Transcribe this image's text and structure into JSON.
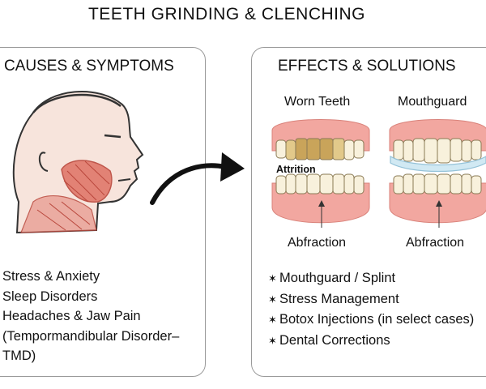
{
  "title": "TEETH GRINDING & CLENCHING",
  "left": {
    "heading": "CAUSES & SYMPTOMS",
    "causes": [
      "Stress & Anxiety",
      "Sleep Disorders",
      "Headaches & Jaw Pain",
      "(Tempormandibular Disorder–",
      "TMD)"
    ]
  },
  "right": {
    "heading": "EFFECTS & SOLUTIONS",
    "worn_label": "Worn Teeth",
    "guard_label": "Mouthguard",
    "attrition_label": "Attrition",
    "abfraction_left": "Abfraction",
    "abfraction_right": "Abfraction",
    "bullet_symbol": "✶",
    "solutions": [
      "Mouthguard / Splint",
      "Stress Management",
      "Botox Injections (in select cases)",
      "Dental Corrections"
    ]
  },
  "colors": {
    "gum": "#f2a7a0",
    "tooth": "#f8f1dc",
    "worn_tooth": "#c9a45a",
    "guard": "#cfe8f3",
    "muscle": "#e0786a",
    "arrow": "#111111"
  }
}
